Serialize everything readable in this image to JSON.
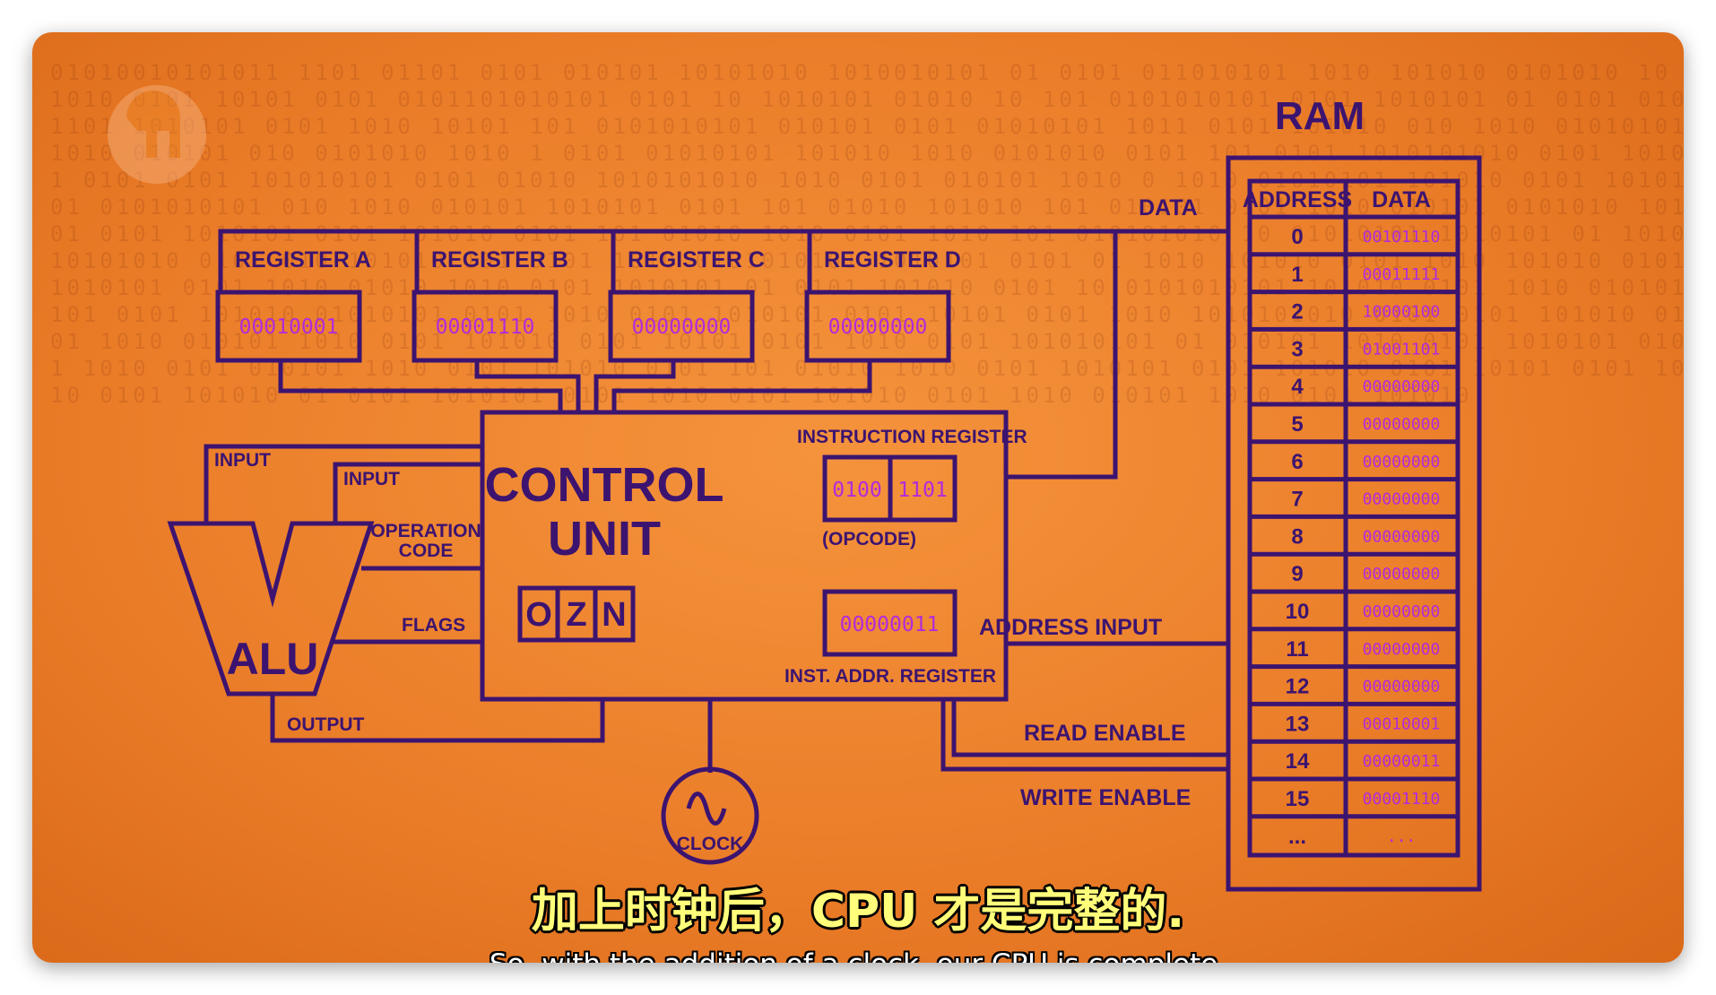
{
  "colors": {
    "background": "#ee8a2d",
    "line": "#3c1470",
    "binary_text": "#b12bdb",
    "subtitle_zh": "#fffd7a",
    "subtitle_en": "#ffffff"
  },
  "logo": {
    "icon": "pbs-logo-icon"
  },
  "registers": [
    {
      "label": "REGISTER A",
      "value": "00010001"
    },
    {
      "label": "REGISTER B",
      "value": "00001110"
    },
    {
      "label": "REGISTER C",
      "value": "00000000"
    },
    {
      "label": "REGISTER D",
      "value": "00000000"
    }
  ],
  "control_unit": {
    "title_line1": "CONTROL",
    "title_line2": "UNIT",
    "instruction_register_label": "INSTRUCTION REGISTER",
    "opcode": "0100",
    "operand": "1101",
    "opcode_caption": "(OPCODE)",
    "flags": [
      "O",
      "Z",
      "N"
    ],
    "inst_addr_value": "00000011",
    "inst_addr_label": "INST. ADDR. REGISTER"
  },
  "alu": {
    "label": "ALU",
    "input_a": "INPUT",
    "input_b": "INPUT",
    "operation_code_line1": "OPERATION",
    "operation_code_line2": "CODE",
    "flags": "FLAGS",
    "output": "OUTPUT"
  },
  "clock": {
    "label": "CLOCK",
    "icon": "sine-wave-icon"
  },
  "bus_labels": {
    "data": "DATA",
    "address_input": "ADDRESS INPUT",
    "read_enable": "READ ENABLE",
    "write_enable": "WRITE ENABLE"
  },
  "ram": {
    "title": "RAM",
    "header_address": "ADDRESS",
    "header_data": "DATA",
    "rows": [
      {
        "address": "0",
        "data": "00101110"
      },
      {
        "address": "1",
        "data": "00011111"
      },
      {
        "address": "2",
        "data": "10000100"
      },
      {
        "address": "3",
        "data": "01001101"
      },
      {
        "address": "4",
        "data": "00000000"
      },
      {
        "address": "5",
        "data": "00000000"
      },
      {
        "address": "6",
        "data": "00000000"
      },
      {
        "address": "7",
        "data": "00000000"
      },
      {
        "address": "8",
        "data": "00000000"
      },
      {
        "address": "9",
        "data": "00000000"
      },
      {
        "address": "10",
        "data": "00000000"
      },
      {
        "address": "11",
        "data": "00000000"
      },
      {
        "address": "12",
        "data": "00000000"
      },
      {
        "address": "13",
        "data": "00010001"
      },
      {
        "address": "14",
        "data": "00000011"
      },
      {
        "address": "15",
        "data": "00001110"
      },
      {
        "address": "...",
        "data": "..."
      }
    ]
  },
  "subtitles": {
    "zh": "加上时钟后，CPU 才是完整的.",
    "en": "So, with the addition of a clock, our CPU is complete."
  }
}
